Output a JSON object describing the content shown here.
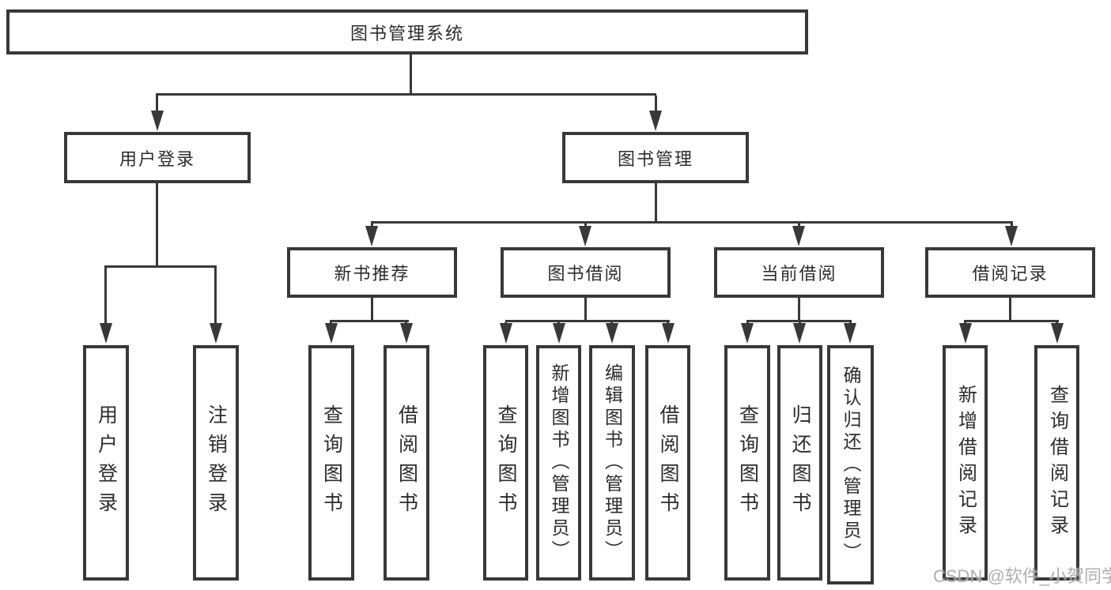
{
  "diagram": {
    "root": "图书管理系统",
    "level2": [
      "用户登录",
      "图书管理"
    ],
    "level3": [
      "新书推荐",
      "图书借阅",
      "当前借阅",
      "借阅记录"
    ],
    "g_user_login": [
      "用户登录",
      "注销登录"
    ],
    "g_new_book": [
      "查询图书",
      "借阅图书"
    ],
    "g_book_borrow": [
      "查询图书",
      "新增图书（管理员）",
      "编辑图书（管理员）",
      "借阅图书"
    ],
    "g_current_borrow": [
      "查询图书",
      "归还图书",
      "确认归还（管理员）"
    ],
    "g_borrow_record": [
      "新增借阅记录",
      "查询借阅记录"
    ]
  },
  "watermark": "CSDN @软件_小贺同学",
  "colors": {
    "line": "#383838",
    "text": "#2c2c2c",
    "watermark": "#a6a6a6",
    "background": "#ffffff"
  }
}
